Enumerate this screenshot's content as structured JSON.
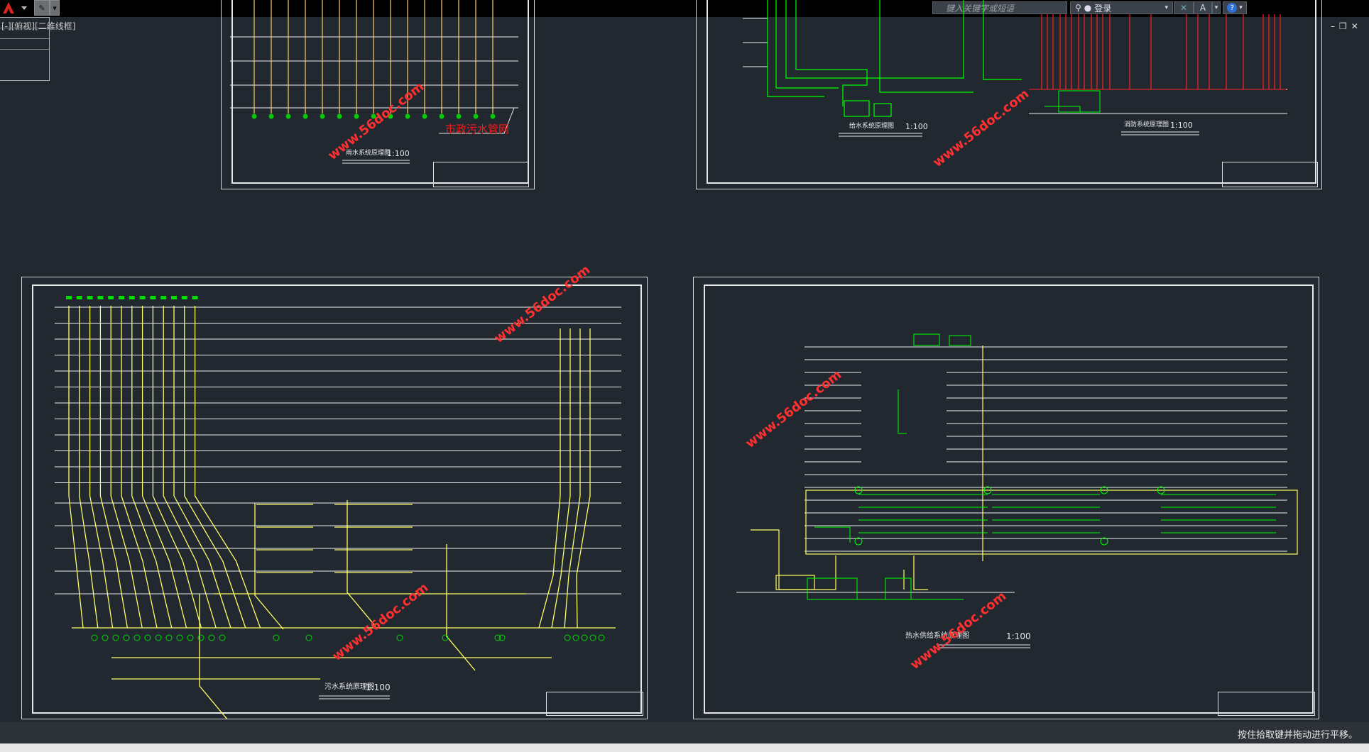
{
  "app": {
    "viewport_label": "[-][俯视][二维线框]",
    "search_placeholder": "键入关键字或短语",
    "login_label": "登录",
    "help_icon": "?",
    "status_prompt": "按住拾取键并拖动进行平移。"
  },
  "colors": {
    "background": "#212830",
    "sheet_border": "#e0e0e0",
    "water_supply": "#00ff00",
    "fire": "#ff2020",
    "drainage": "#ffff66",
    "rain": "#ffd080",
    "annotation_red": "#ff1a1a",
    "watermark": "#ff3030"
  },
  "drawings": {
    "rain": {
      "title": "雨水系统原理图",
      "scale": "1:100",
      "note": "市政污水管网"
    },
    "supply": {
      "title": "给水系统原理图",
      "scale": "1:100"
    },
    "fire": {
      "title": "消防系统原理图",
      "scale": "1:100"
    },
    "sewage": {
      "title": "污水系统原理图",
      "scale": "1:100"
    },
    "hotwater": {
      "title": "热水供给系统原理图",
      "scale": "1:100"
    }
  },
  "watermark": "www.56doc.com"
}
